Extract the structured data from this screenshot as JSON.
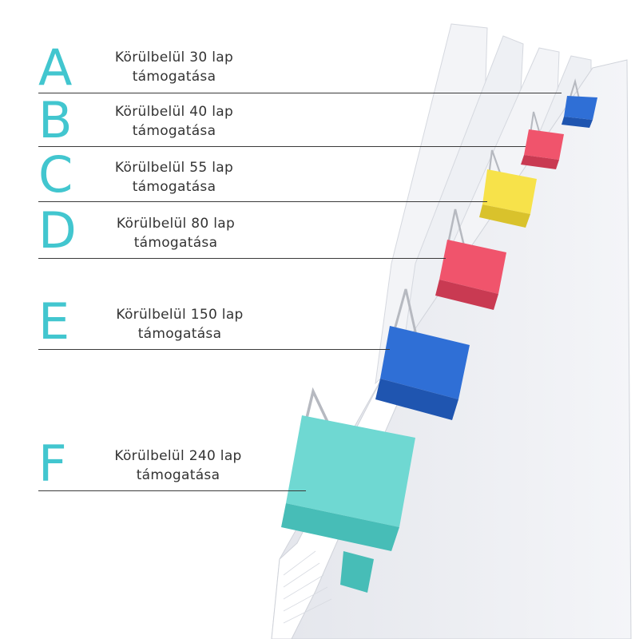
{
  "rows": [
    {
      "letter": "A",
      "line1": "Körülbelül 30 lap",
      "line2": "támogatása"
    },
    {
      "letter": "B",
      "line1": "Körülbelül 40 lap",
      "line2": "támogatása"
    },
    {
      "letter": "C",
      "line1": "Körülbelül 55 lap",
      "line2": "támogatása"
    },
    {
      "letter": "D",
      "line1": "Körülbelül 80 lap",
      "line2": "támogatása"
    },
    {
      "letter": "E",
      "line1": "Körülbelül 150 lap",
      "line2": "támogatása"
    },
    {
      "letter": "F",
      "line1": "Körülbelül 240 lap",
      "line2": "támogatása"
    }
  ],
  "colors": {
    "letter": "#42c6cf",
    "clip_a": "#2f6fd6",
    "clip_b": "#f0546c",
    "clip_c": "#f7e24a",
    "clip_d": "#f0546c",
    "clip_e": "#2f6fd6",
    "clip_f": "#6fd8d2"
  }
}
